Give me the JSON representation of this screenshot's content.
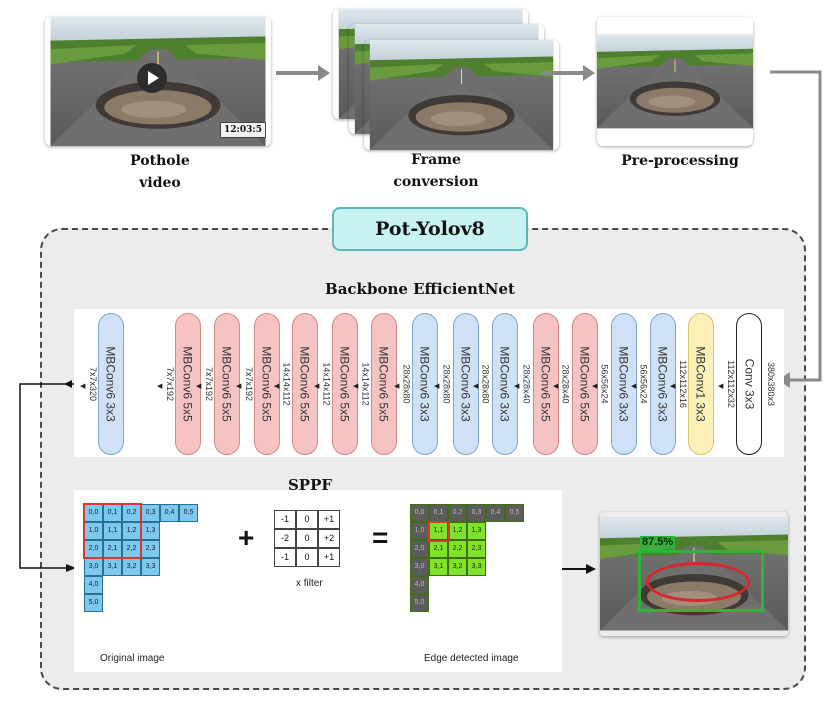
{
  "stages": {
    "video_caption_line1": "Pothole",
    "video_caption_line2": "video",
    "video_timestamp": "12:03:5",
    "frame_caption_line1": "Frame",
    "frame_caption_line2": "conversion",
    "preprocessing_caption": "Pre-processing"
  },
  "model": {
    "title": "Pot-Yolov8",
    "backbone_title": "Backbone EfficientNet"
  },
  "backbone_blocks": [
    {
      "label": "Conv 3x3",
      "color": "white"
    },
    {
      "label": "MBConv1 3x3",
      "color": "yellow"
    },
    {
      "label": "MBConv6 3x3",
      "color": "blue"
    },
    {
      "label": "MBConv6 3x3",
      "color": "blue"
    },
    {
      "label": "MBConv6 5x5",
      "color": "red"
    },
    {
      "label": "MBConv6 5x5",
      "color": "red"
    },
    {
      "label": "MBConv6 3x3",
      "color": "blue"
    },
    {
      "label": "MBConv6 3x3",
      "color": "blue"
    },
    {
      "label": "MBConv6 3x3",
      "color": "blue"
    },
    {
      "label": "MBConv6 5x5",
      "color": "red"
    },
    {
      "label": "MBConv6 5x5",
      "color": "red"
    },
    {
      "label": "MBConv6 5x5",
      "color": "red"
    },
    {
      "label": "MBConv6 5x5",
      "color": "red"
    },
    {
      "label": "MBConv6 5x5",
      "color": "red"
    },
    {
      "label": "MBConv6 5x5",
      "color": "red"
    },
    {
      "label": "MBConv6 3x3",
      "color": "blue"
    }
  ],
  "backbone_dims": [
    "380x380x3",
    "112x112x32",
    "112x112x16",
    "56x56x24",
    "56x56x24",
    "28x28x40",
    "28x28x40",
    "28x28x80",
    "28x28x80",
    "28x28x80",
    "14x14x112",
    "14x14x112",
    "14x14x112",
    "7x7x192",
    "7x7x192",
    "7x7x192",
    "7x7x320"
  ],
  "sppf": {
    "title": "SPPF",
    "original_grid": [
      [
        "0,0",
        "0,1",
        "0,2",
        "0,3",
        "0,4",
        "0,5"
      ],
      [
        "1,0",
        "1,1",
        "1,2",
        "1,3"
      ],
      [
        "2,0",
        "2,1",
        "2,2",
        "2,3"
      ],
      [
        "3,0",
        "3,1",
        "3,2",
        "3,3"
      ],
      [
        "4,0"
      ],
      [
        "5,0"
      ]
    ],
    "filter": [
      [
        "-1",
        "0",
        "+1"
      ],
      [
        "-2",
        "0",
        "+2"
      ],
      [
        "-1",
        "0",
        "+1"
      ]
    ],
    "filter_label": "x filter",
    "plus": "+",
    "equals": "=",
    "edge_grid": [
      [
        "0,0",
        "0,1",
        "0,2",
        "0,3",
        "0,4",
        "0,5"
      ],
      [
        "1,0",
        "1,1",
        "1,2",
        "1,3"
      ],
      [
        "2,0",
        "2,1",
        "2,2",
        "2,3"
      ],
      [
        "3,0",
        "3,1",
        "3,2",
        "3,3"
      ],
      [
        "4,0"
      ],
      [
        "5,0"
      ]
    ],
    "original_label": "Original image",
    "edge_label": "Edge detected image"
  },
  "detection": {
    "confidence": "87.5%"
  },
  "colors": {
    "blue_block": "#cfe1f7",
    "red_block": "#f6c3c3",
    "yellow_block": "#fbf0b8",
    "grid_blue": "#7cc8ee",
    "grid_green": "#7fe32a",
    "grid_dark": "#5c5c5c",
    "highlight": "#d8392f",
    "model_title_bg": "#c9f3f3"
  }
}
